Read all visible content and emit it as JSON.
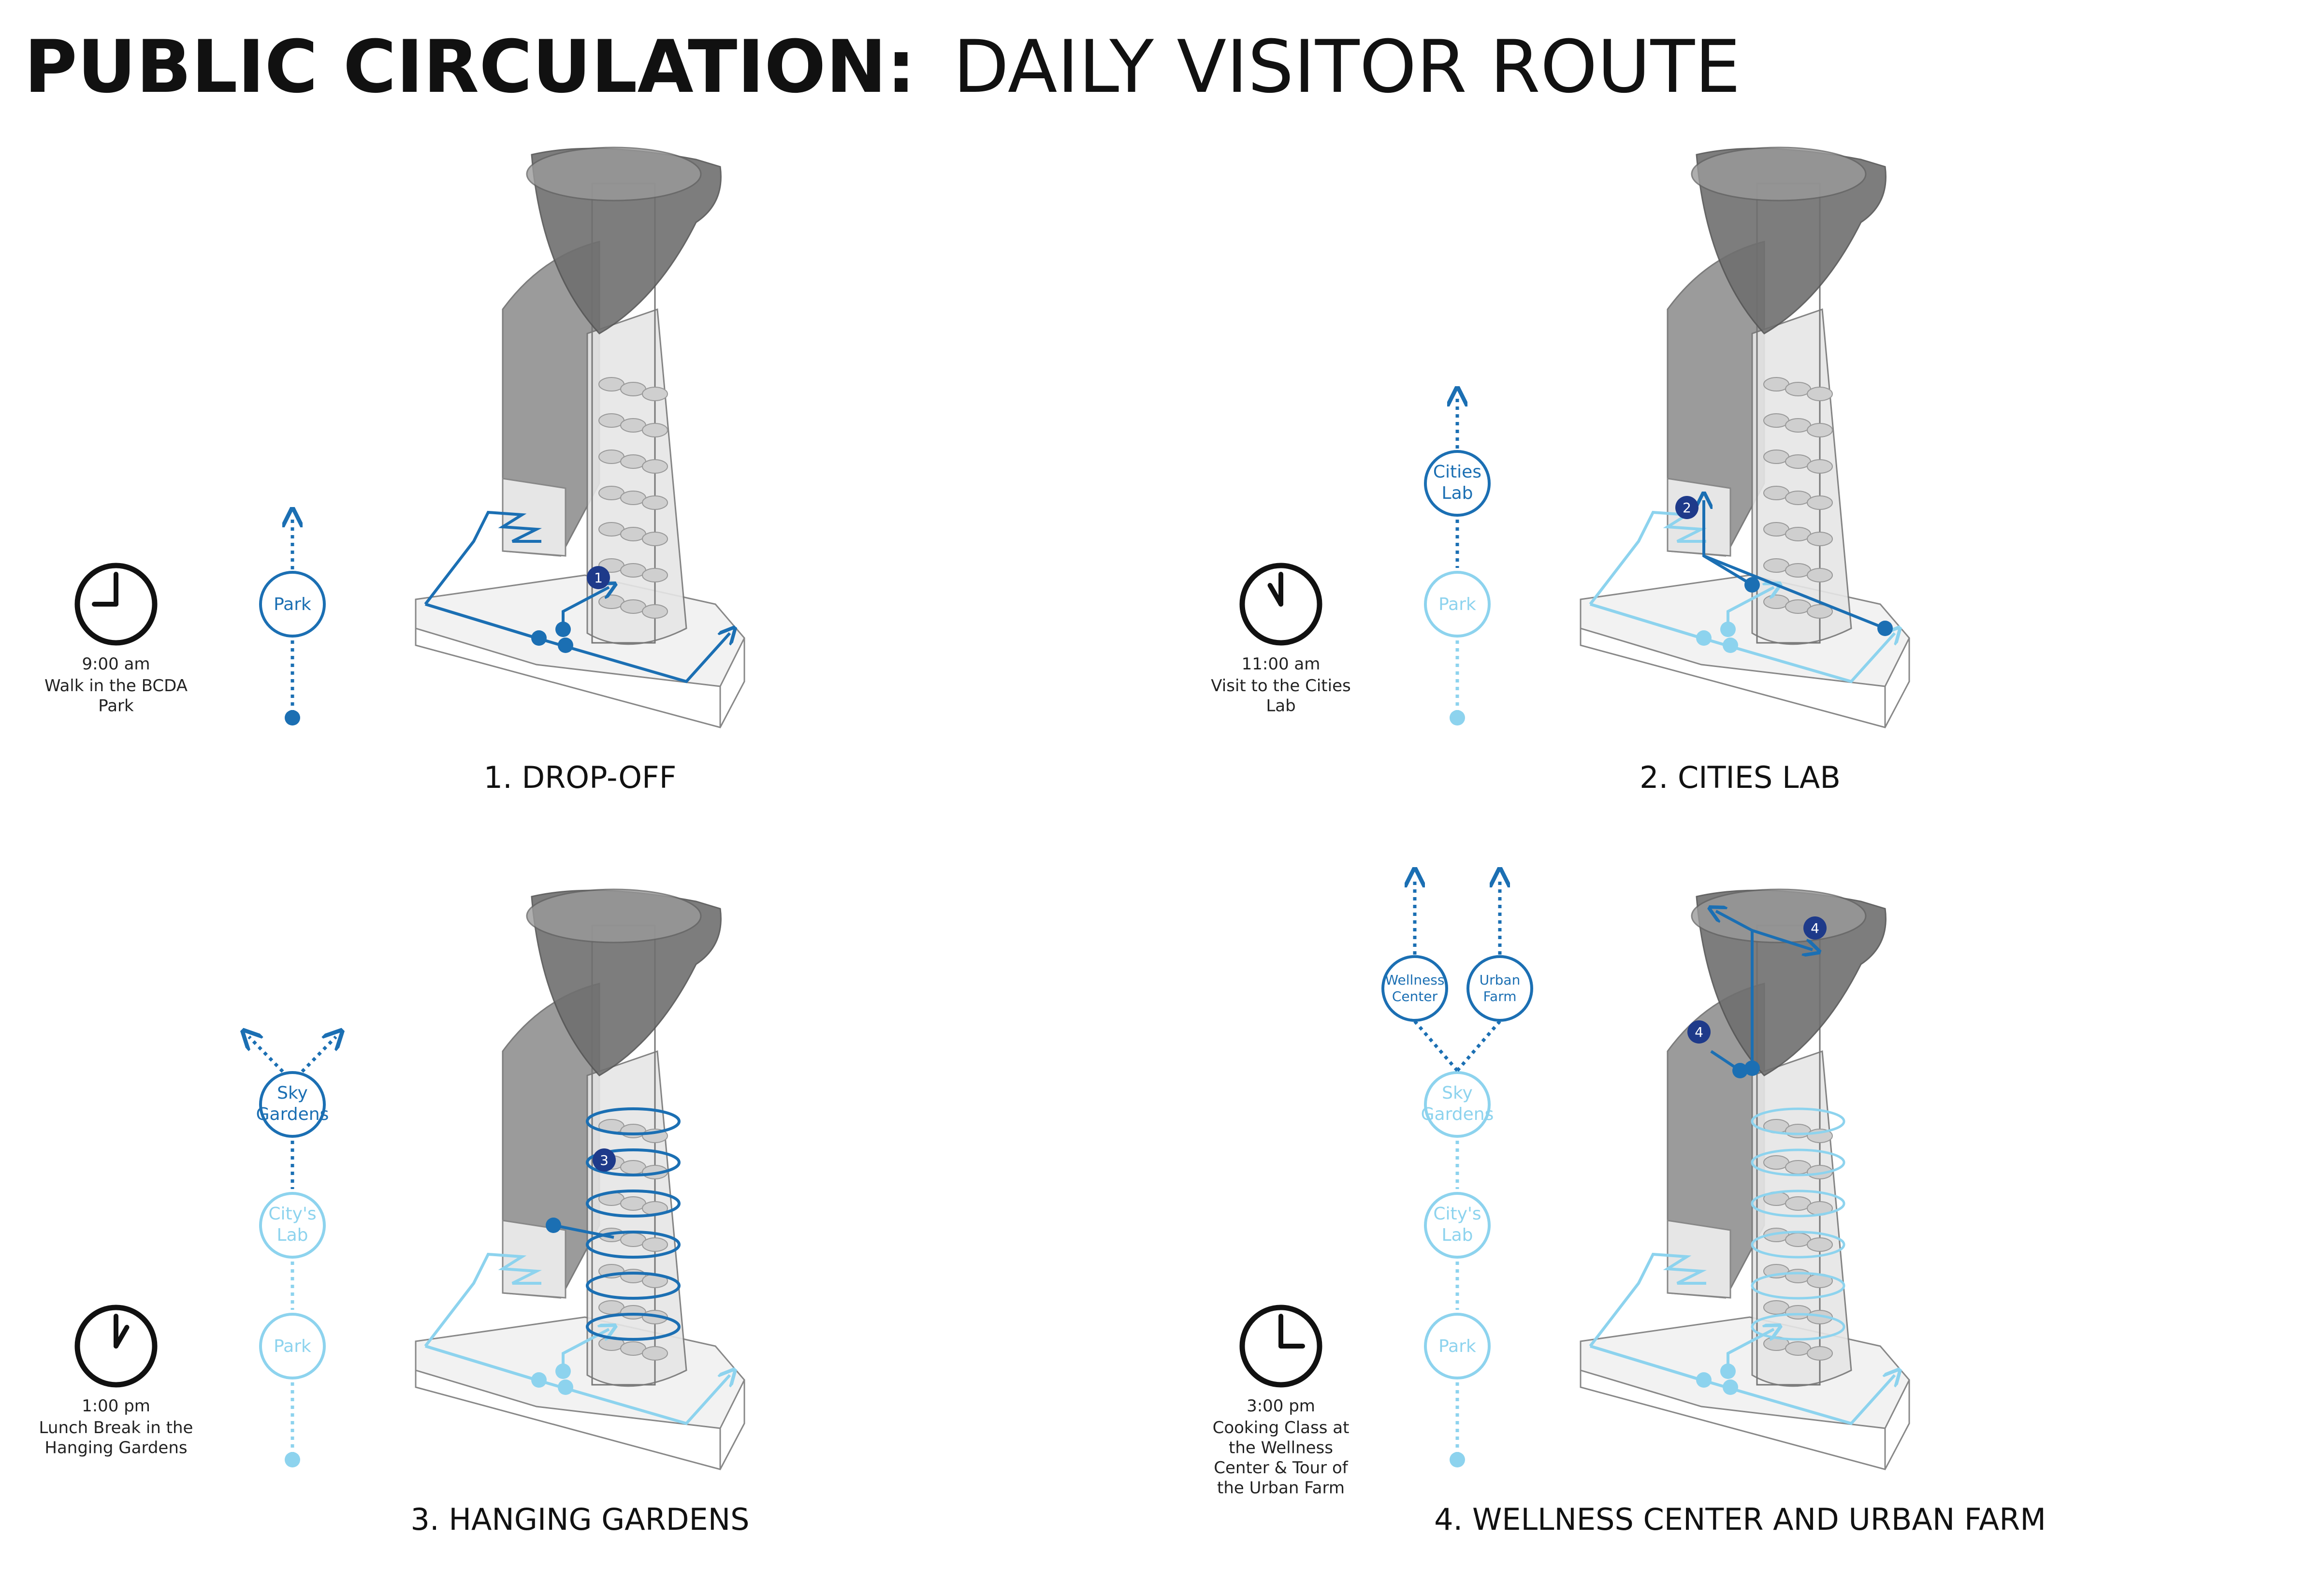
{
  "header": {
    "title_bold": "PUBLIC CIRCULATION:",
    "title_light": "DAILY VISITOR ROUTE"
  },
  "colors": {
    "active": "#1b6fb3",
    "inactive": "#8dd3ee",
    "marker": "#1e3a8a",
    "clock": "#111111",
    "building_dark": "#8a8a8a",
    "building_light": "#e6e6e6"
  },
  "panels": [
    {
      "caption": "1. DROP-OFF",
      "time": "9:00 am",
      "desc": [
        "Walk in the BCDA",
        "Park"
      ],
      "clock_hour": 9,
      "clock_minute": 0,
      "marker": "1",
      "nodes": [
        {
          "label": [
            "Park"
          ],
          "state": "active"
        }
      ]
    },
    {
      "caption": "2. CITIES LAB",
      "time": "11:00 am",
      "desc": [
        "Visit to the Cities",
        "Lab"
      ],
      "clock_hour": 11,
      "clock_minute": 0,
      "marker": "2",
      "nodes": [
        {
          "label": [
            "Park"
          ],
          "state": "past"
        },
        {
          "label": [
            "Cities",
            "Lab"
          ],
          "state": "active"
        }
      ]
    },
    {
      "caption": "3. HANGING GARDENS",
      "time": "1:00 pm",
      "desc": [
        "Lunch Break in the",
        "Hanging Gardens"
      ],
      "clock_hour": 1,
      "clock_minute": 0,
      "marker": "3",
      "nodes": [
        {
          "label": [
            "Park"
          ],
          "state": "past"
        },
        {
          "label": [
            "City's",
            "Lab"
          ],
          "state": "past"
        },
        {
          "label": [
            "Sky",
            "Gardens"
          ],
          "state": "active"
        }
      ]
    },
    {
      "caption": "4. WELLNESS CENTER AND URBAN FARM",
      "time": "3:00 pm",
      "desc": [
        "Cooking Class at",
        "the Wellness",
        "Center & Tour of",
        "the Urban Farm"
      ],
      "clock_hour": 3,
      "clock_minute": 0,
      "marker": "4",
      "nodes": [
        {
          "label": [
            "Park"
          ],
          "state": "past"
        },
        {
          "label": [
            "City's",
            "Lab"
          ],
          "state": "past"
        },
        {
          "label": [
            "Sky",
            "Gardens"
          ],
          "state": "past"
        },
        {
          "label": [
            "Wellness",
            "Center"
          ],
          "state": "active"
        },
        {
          "label": [
            "Urban",
            "Farm"
          ],
          "state": "active"
        }
      ]
    }
  ]
}
